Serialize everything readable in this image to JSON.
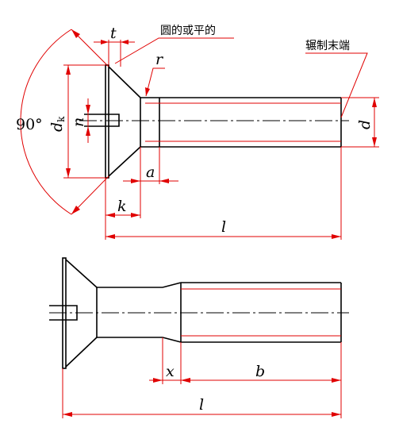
{
  "labels": {
    "t": "t",
    "r": "r",
    "dk": "d",
    "dk_sub": "k",
    "n": "n",
    "d": "d",
    "a": "a",
    "k": "k",
    "l": "l",
    "x": "x",
    "b": "b",
    "angle": "90°"
  },
  "notes": {
    "round_or_flat": "圆的或平的",
    "rolled_end": "辗制末端"
  }
}
